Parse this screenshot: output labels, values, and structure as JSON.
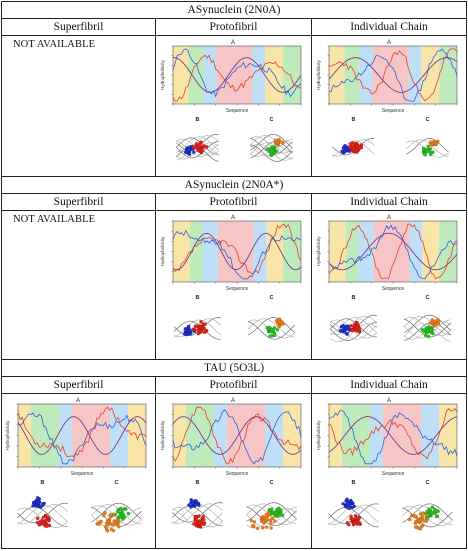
{
  "columns": [
    "Superfibril",
    "Protofibril",
    "Individual Chain"
  ],
  "sections": [
    {
      "title": "ASynuclein (2N0A)",
      "superfibril_note": "NOT AVAILABLE"
    },
    {
      "title": "ASynuclein (2N0A*)",
      "superfibril_note": "NOT AVAILABLE"
    },
    {
      "title": "TAU (5O3L)"
    }
  ],
  "panel_labels": {
    "a": "A",
    "b": "B",
    "c": "C"
  },
  "axis": {
    "xlabel": "Sequence",
    "ylabel": "Hydrophobicity"
  },
  "colors": {
    "band_yellow": "#f6dc8a",
    "band_green": "#a9e3a6",
    "band_blue": "#a8d4f2",
    "band_pink": "#f3b2b2",
    "line_red": "#e8402a",
    "line_blue": "#2f63d8",
    "line_purple": "#7a3c8a",
    "atom_blue": "#1f2fd0",
    "atom_red": "#e3231a",
    "atom_green": "#27c21f",
    "atom_orange": "#ef7d1a"
  }
}
